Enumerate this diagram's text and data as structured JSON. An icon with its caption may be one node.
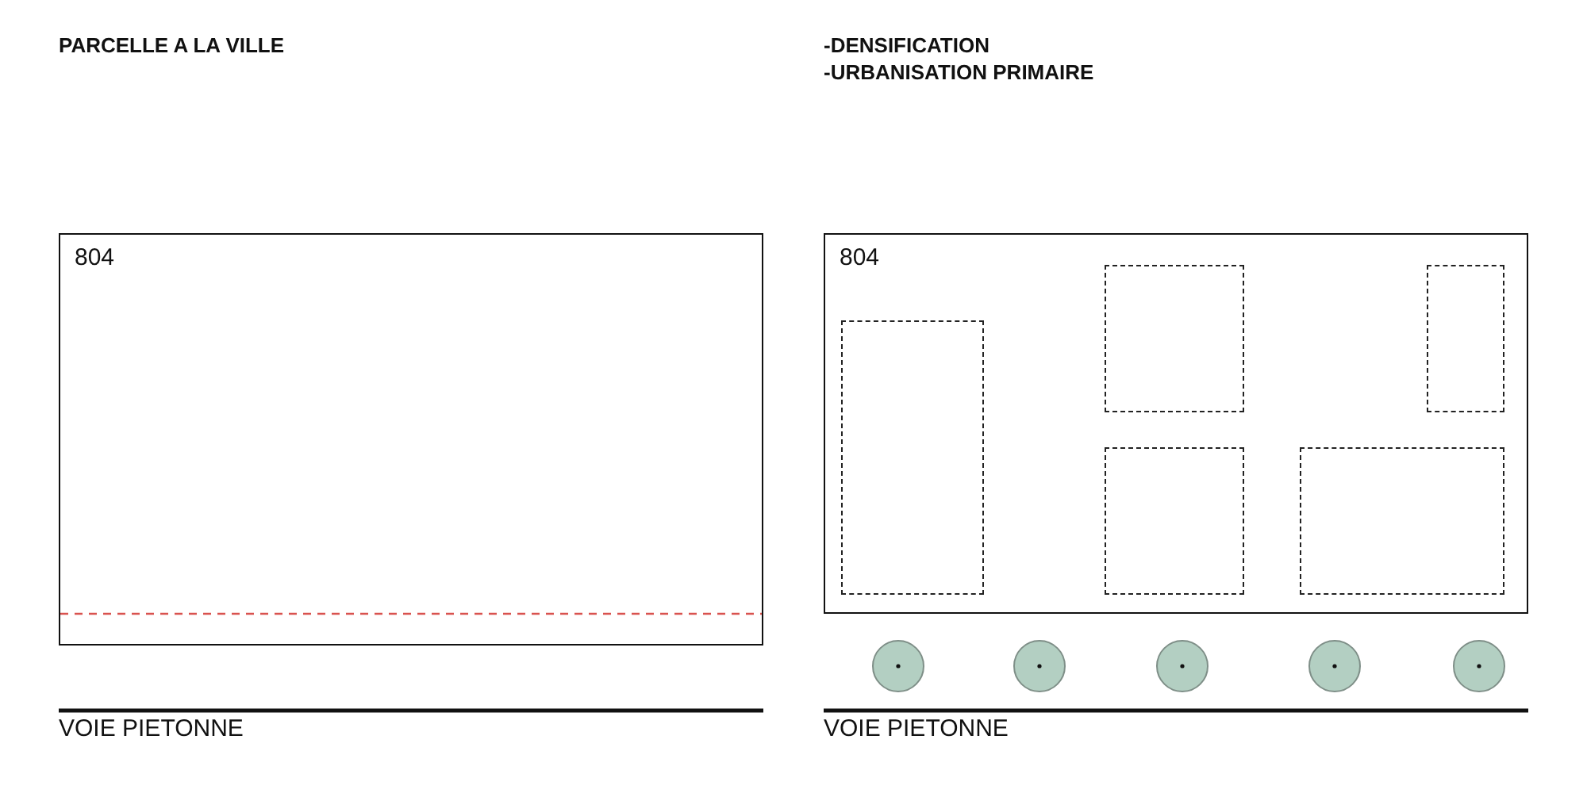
{
  "diagram": {
    "nodes": [
      {
        "text": [
          "804"
        ]
      },
      {
        "text": [
          "804"
        ]
      },
      {
        "text": [],
        "shape": "box",
        "in": 1
      },
      {
        "text": [],
        "shape": "box",
        "in": 1
      },
      {
        "text": [],
        "shape": "box",
        "in": 1
      },
      {
        "text": [],
        "shape": "box",
        "in": 1
      },
      {
        "text": [],
        "shape": "box",
        "in": 1
      },
      {
        "text": [],
        "shape": "circle"
      },
      {
        "text": [],
        "shape": "circle"
      },
      {
        "text": [],
        "shape": "circle"
      },
      {
        "text": [],
        "shape": "circle"
      },
      {
        "text": [],
        "shape": "circle"
      }
    ],
    "labels": [
      "PARCELLE A LA VILLE",
      "-DENSIFICATION",
      "-URBANISATION PRIMAIRE",
      "VOIE PIETONNE",
      "VOIE PIETONNE"
    ]
  }
}
